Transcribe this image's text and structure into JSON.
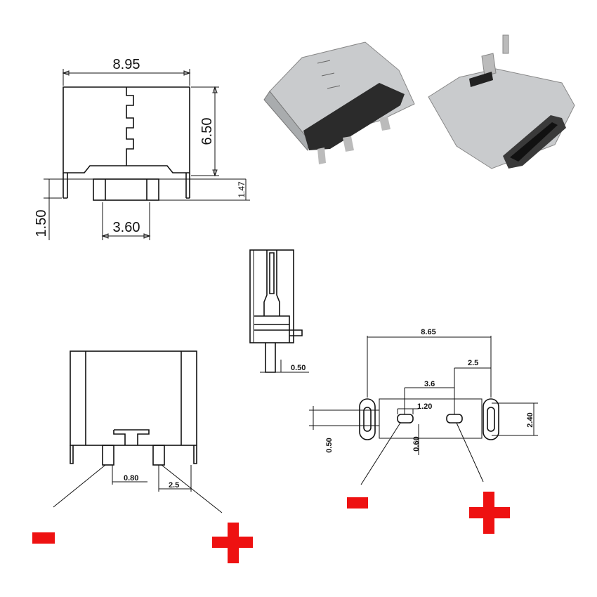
{
  "diagram_a": {
    "width_label": "8.95",
    "height_label": "6.50",
    "pin_height_label": "1.47",
    "standoff_label": "1.50",
    "pin_span_label": "3.60"
  },
  "diagram_b": {
    "thickness_label": "0.50"
  },
  "diagram_c": {
    "pin_width_label": "0.80",
    "pitch_label": "2.5",
    "minus_label": "−",
    "plus_label": "+"
  },
  "diagram_d": {
    "outer_span_label": "8.65",
    "offset_label": "2.5",
    "pad_span_label": "3.6",
    "pad_width_label": "1.20",
    "height_label": "2.40",
    "slot_width_label": "0.50",
    "pad_height_label": "0.60",
    "minus_label": "−",
    "plus_label": "+"
  },
  "colors": {
    "line": "#111111",
    "sign": "#ee1111",
    "metal": "#b9bcbf",
    "plastic": "#2b2b2b"
  }
}
